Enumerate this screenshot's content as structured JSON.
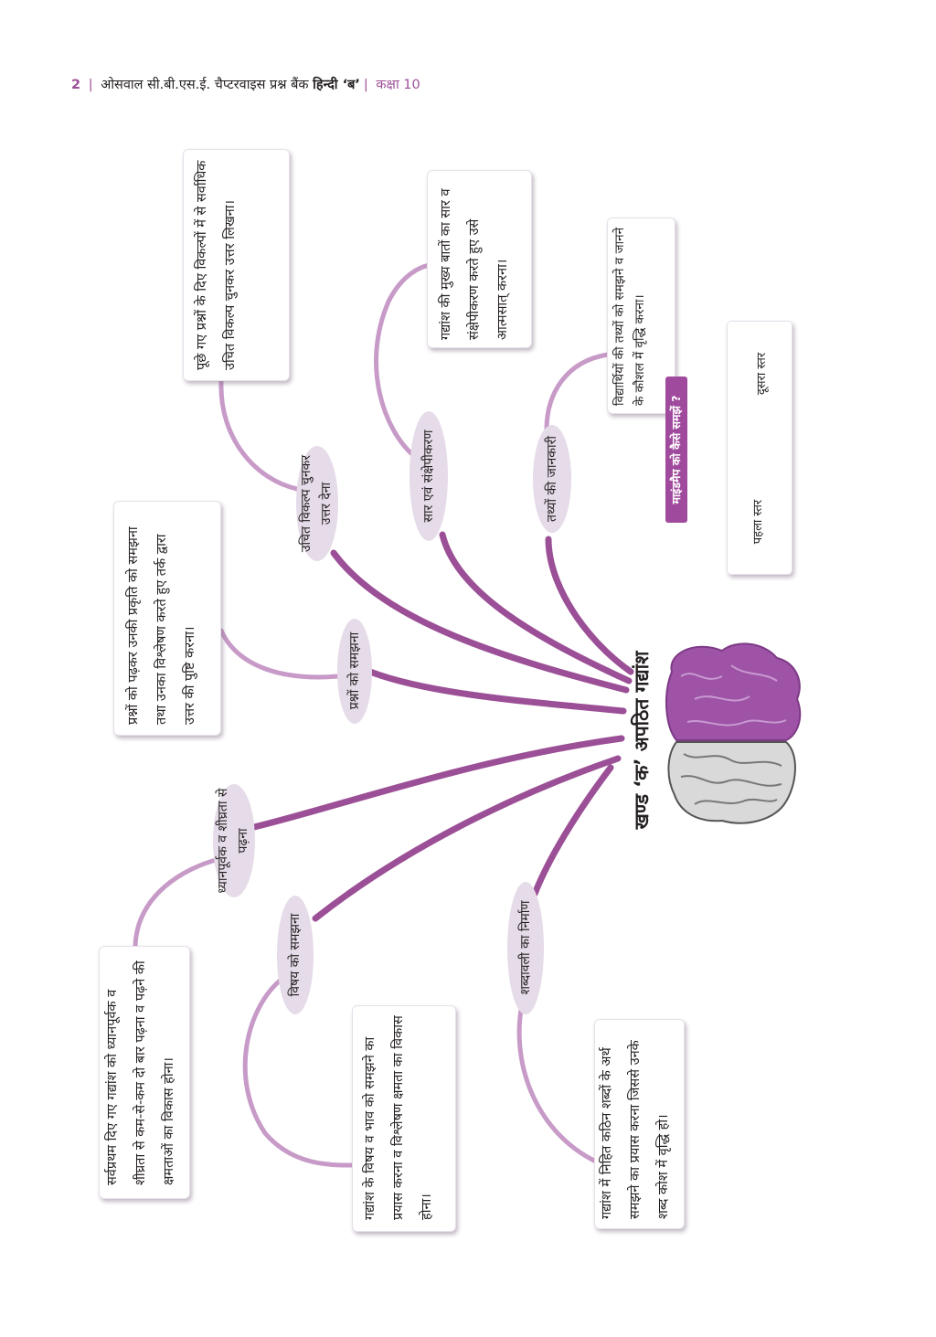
{
  "header": {
    "page_number": "2",
    "publisher_text": "ओसवाल सी.बी.एस.ई. चैप्टरवाइस प्रश्न बैंक",
    "subject": "हिन्दी ‘ब’",
    "class_label": "कक्षा 10"
  },
  "center": {
    "label": "खण्ड ‘क’ अपठित गद्यांश"
  },
  "legend": {
    "title": "माइंडमैप को कैसे समझें ?",
    "level_one": "पहला स्तर",
    "level_two": "दूसरा स्तर"
  },
  "branches": [
    {
      "bubble": "ध्यानपूर्वक व शीघ्रता से पढ़ना",
      "detail": "सर्वप्रथम दिए गए गद्यांश को ध्यानपूर्वक व शीघ्रता से कम-से-कम दो बार पढ़ना व पढ़ने की क्षमताओं का विकास होना।"
    },
    {
      "bubble": "विषय को समझना",
      "detail": "गद्यांश के विषय व भाव को समझने का प्रयास करना व विश्लेषण क्षमता का विकास होना।"
    },
    {
      "bubble": "शब्दावली का निर्माण",
      "detail": "गद्यांश में निहित कठिन शब्दों के अर्थ समझने का प्रयास करना जिससे उनके शब्द कोश में वृद्धि हो।"
    },
    {
      "bubble": "प्रश्नों को समझना",
      "detail": "प्रश्नों को पढ़कर उनकी प्रकृति को समझना तथा उनका विश्लेषण करते हुए तर्क द्वारा उत्तर की पुष्टि करना।"
    },
    {
      "bubble": "उचित विकल्प चुनकर उत्तर देना",
      "detail": "पूछे गए प्रश्नों के दिए विकल्पों में से सर्वाधिक उचित विकल्प चुनकर उत्तर लिखना।"
    },
    {
      "bubble": "सार एवं संक्षेपीकरण",
      "detail": "गद्यांश की मुख्य बातों का सार व संक्षेपीकरण करते हुए उसे आत्मसात् करना।"
    },
    {
      "bubble": "तथ्यों की जानकारी",
      "detail": "विद्यार्थियों की तथ्यों को समझने व जानने के कौशल में वृद्धि करना।"
    }
  ],
  "colors": {
    "primary": "#9b4f96",
    "light": "#c79ac8",
    "bubble_fill": "#e6dbe8",
    "brain_top": "#9e53a6",
    "brain_bottom": "#d3d3d3"
  }
}
